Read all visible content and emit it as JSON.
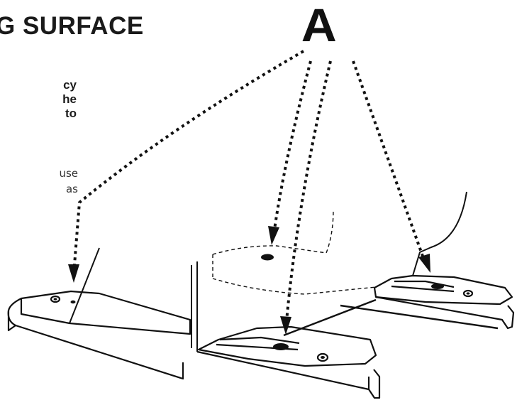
{
  "heading": "G SURFACE",
  "bold_lines": [
    "cy",
    "he",
    "to"
  ],
  "plain_lines": [
    "use",
    "as"
  ],
  "callout": "A",
  "colors": {
    "ink": "#111111",
    "background": "#ffffff"
  }
}
